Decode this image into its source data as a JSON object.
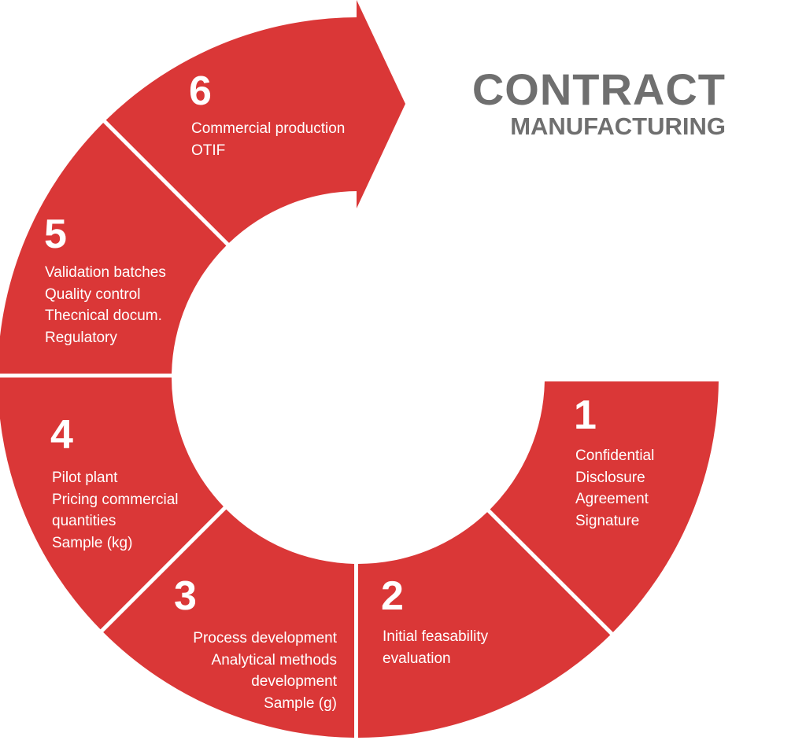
{
  "title": {
    "line1": "CONTRACT",
    "line2": "MANUFACTURING"
  },
  "colors": {
    "segment": "#DA3737",
    "title": "#6F6F6F",
    "text": "#FFFFFF"
  },
  "steps": [
    {
      "number": "1",
      "lines": [
        "Confidential",
        "Disclosure",
        "Agreement",
        "Signature"
      ]
    },
    {
      "number": "2",
      "lines": [
        "Initial feasability",
        "evaluation"
      ]
    },
    {
      "number": "3",
      "lines": [
        "Process development",
        "Analytical methods",
        "development",
        "Sample (g)"
      ]
    },
    {
      "number": "4",
      "lines": [
        "Pilot plant",
        "Pricing commercial",
        "quantities",
        "Sample (kg)"
      ]
    },
    {
      "number": "5",
      "lines": [
        "Validation batches",
        "Quality control",
        "Thecnical docum.",
        "Regulatory"
      ]
    },
    {
      "number": "6",
      "lines": [
        "Commercial production",
        "OTIF"
      ]
    }
  ]
}
